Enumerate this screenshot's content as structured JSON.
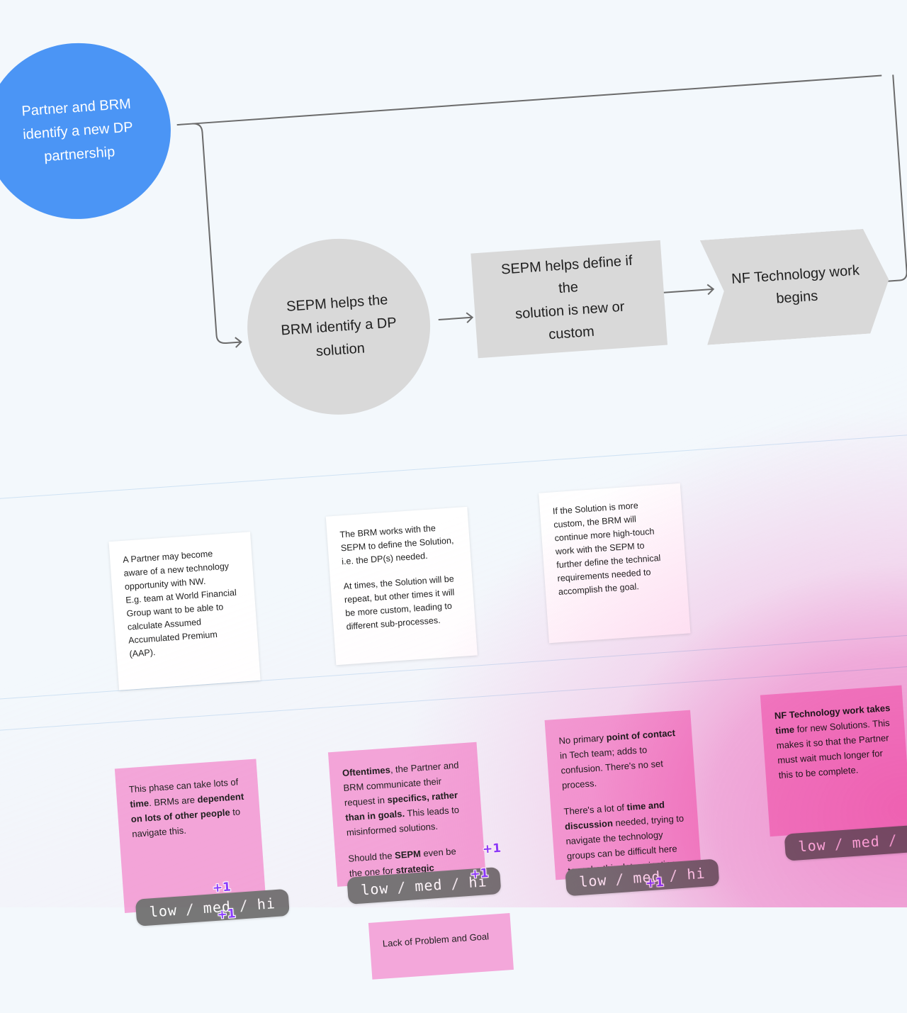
{
  "flow": {
    "start": "Partner and BRM\nidentify a new DP\npartnership",
    "step1": "SEPM helps the\nBRM identify a DP\nsolution",
    "step2": "SEPM helps define if the\nsolution is new or\ncustom",
    "step3": "NF Technology work\nbegins"
  },
  "notes": {
    "note1": "A Partner may become\naware of a new technology\nopportunity with NW.\nE.g. team at World Financial\nGroup want to be able to\ncalculate Assumed\nAccumulated Premium\n(AAP).",
    "note2_p1": "The BRM works with the\nSEPM to define the Solution,\ni.e. the DP(s) needed.",
    "note2_p2": "At times, the Solution will be\nrepeat, but other times it will\nbe more custom, leading to\ndifferent sub-processes.",
    "note3": "If the Solution is more\ncustom, the BRM will\ncontinue more high-touch\nwork with the SEPM to\nfurther define the technical\nrequirements needed to\naccomplish the goal."
  },
  "stickies": {
    "s1": {
      "t1": "This phase can take lots of ",
      "b1": "time",
      "t2": ". BRMs are ",
      "b2": "dependent on lots of other people",
      "t3": " to navigate this."
    },
    "s2": {
      "b1": "Oftentimes",
      "t1": ", the Partner and BRM communicate their request in ",
      "b2": "specifics, rather than in goals.",
      "t2": " This leads to misinformed solutions.",
      "t3": "Should the ",
      "b3": "SEPM",
      "t4": " even be the one for ",
      "b4": "strategic definition",
      "t5": "?"
    },
    "s3": {
      "t1": "No primary ",
      "b1": "point of contact",
      "t2": " in Tech team; adds to confusion. There's no set process.",
      "t3": "There's a lot of ",
      "b2": "time and discussion",
      "t4": " needed, trying to navigate the technology groups can be difficult here to make this determination."
    },
    "s4": {
      "b1": "NF Technology work takes time",
      "t1": " for new Solutions. This makes it so that the Partner must wait much longer for this to be complete."
    },
    "s5": {
      "t1": "Lack of Problem and Goal"
    }
  },
  "rating": {
    "low": "low",
    "med": "med",
    "hi": "hi",
    "sep": "/",
    "plus_one": "+1"
  },
  "colors": {
    "start_circle": "#4b95f5",
    "step_shapes": "#d9d9d9",
    "sticky": "#f3a7da",
    "rating_pill": "#777777",
    "plus_one": "#8b3dff",
    "lane_line": "#cfe2f3"
  }
}
